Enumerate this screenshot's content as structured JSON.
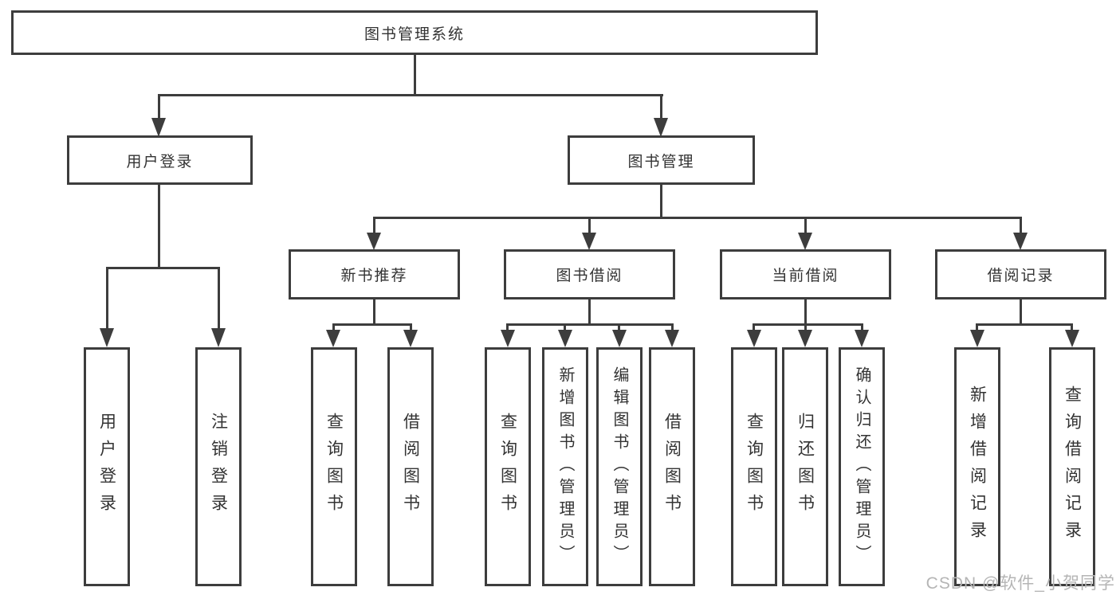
{
  "diagram": {
    "type": "hierarchy-tree",
    "root": {
      "label": "图书管理系统"
    },
    "branches": [
      {
        "label": "用户登录",
        "children": [
          {
            "label": "用户登录"
          },
          {
            "label": "注销登录"
          }
        ]
      },
      {
        "label": "图书管理",
        "children": [
          {
            "label": "新书推荐",
            "children": [
              {
                "label": "查询图书"
              },
              {
                "label": "借阅图书"
              }
            ]
          },
          {
            "label": "图书借阅",
            "children": [
              {
                "label": "查询图书"
              },
              {
                "label": "新增图书（管理员）"
              },
              {
                "label": "编辑图书（管理员）"
              },
              {
                "label": "借阅图书"
              }
            ]
          },
          {
            "label": "当前借阅",
            "children": [
              {
                "label": "查询图书"
              },
              {
                "label": "归还图书"
              },
              {
                "label": "确认归还（管理员）"
              }
            ]
          },
          {
            "label": "借阅记录",
            "children": [
              {
                "label": "新增借阅记录"
              },
              {
                "label": "查询借阅记录"
              }
            ]
          }
        ]
      }
    ]
  },
  "watermark": {
    "text": "CSDN @软件_小贺同学"
  },
  "colors": {
    "line": "#3d3d3d",
    "text": "#333333",
    "background": "#ffffff",
    "watermark": "#b5b5b5"
  }
}
